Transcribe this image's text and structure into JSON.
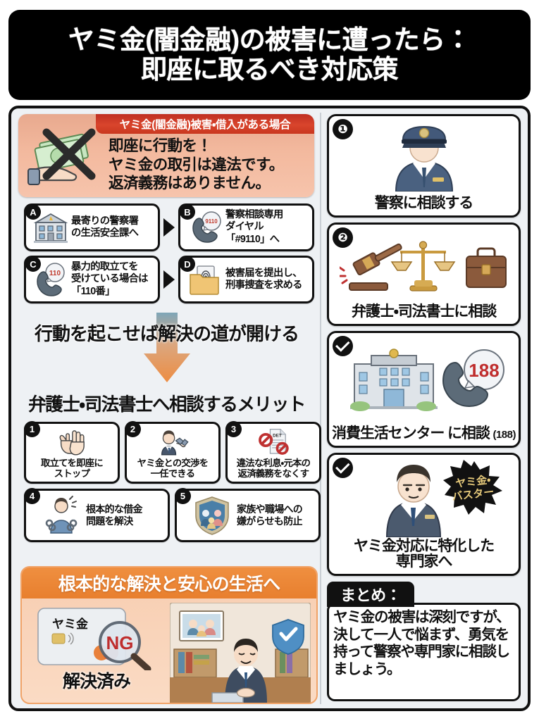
{
  "title": {
    "line1": "ヤミ金(闇金融)の被害に遭ったら：",
    "line2": "即座に取るべき対応策"
  },
  "colors": {
    "alert_header_red": "#c9371f",
    "alert_body_peach": "#f3b99e",
    "bottom_orange": "#e87f2e",
    "frame_black": "#111111",
    "panel_gray": "#eef1f4"
  },
  "left": {
    "alert": {
      "header": "ヤミ金(闇金融)被害・借入がある場合",
      "line1": "即座に行動を！",
      "line2": "ヤミ金の取引は違法です。",
      "line3": "返済義務はありません。",
      "icon": "money-crossed-out-icon"
    },
    "steps": [
      {
        "badge": "A",
        "icon": "police-station-icon",
        "text_line1": "最寄りの警察署",
        "text_line2": "の生活安全課へ"
      },
      {
        "badge": "B",
        "icon": "phone-9110-icon",
        "text_line1": "警察相談専用",
        "text_line2": "ダイヤル",
        "text_line3": "「#9110」へ"
      },
      {
        "badge": "C",
        "icon": "phone-110-icon",
        "text_line1": "暴力的取立てを",
        "text_line2": "受けている場合は",
        "text_line3": "「110番」"
      },
      {
        "badge": "D",
        "icon": "fingerprint-folder-icon",
        "text_line1": "被害届を提出し、",
        "text_line2": "刑事捜査を求める"
      }
    ],
    "transition_text": "行動を起こせば解決の道が開ける",
    "merits_heading": "弁護士・司法書士へ相談するメリット",
    "merits": [
      {
        "badge": "1",
        "icon": "stop-hand-icon",
        "line1": "取立てを即座に",
        "line2": "ストップ"
      },
      {
        "badge": "2",
        "icon": "handshake-negotiation-icon",
        "line1": "ヤミ金との交渉を",
        "line2": "一任できる"
      },
      {
        "badge": "3",
        "icon": "no-interest-document-icon",
        "line1": "違法な利息・元本の",
        "line2": "返済義務をなくす"
      },
      {
        "badge": "4",
        "icon": "broken-chains-icon",
        "line1": "根本的な借金",
        "line2": "問題を解決"
      },
      {
        "badge": "5",
        "icon": "family-shield-icon",
        "line1": "家族や職場への",
        "line2": "嫌がらせも防止"
      }
    ],
    "bottom_panel": {
      "heading": "根本的な解決と安心の生活へ",
      "card_label": "ヤミ金",
      "ng_stamp": "NG",
      "solved_label": "解決済み",
      "photo_icon": "consultant-at-desk-icon",
      "shield_icon": "shield-check-icon"
    }
  },
  "right": {
    "cards": [
      {
        "badge": "❶",
        "badge_type": "number",
        "icon": "police-officer-icon",
        "label": "警察に相談する",
        "sub": ""
      },
      {
        "badge": "❷",
        "badge_type": "number",
        "icon": "gavel-scales-briefcase-icon",
        "label": "弁護士・司法書士に相談",
        "sub": ""
      },
      {
        "badge": "✓",
        "badge_type": "check",
        "icon": "consumer-center-phone-188-icon",
        "label": "消費生活センター に相談",
        "sub": "(188)",
        "phone_bubble": "188"
      },
      {
        "badge": "✓",
        "badge_type": "check",
        "icon": "yamikin-buster-specialist-icon",
        "label": "ヤミ金対応に特化した",
        "label2": "専門家へ",
        "starburst_line1": "ヤミ金・",
        "starburst_line2": "バスター"
      }
    ],
    "summary": {
      "tab_label": "まとめ：",
      "text": "ヤミ金の被害は深刻ですが、決して一人で悩まず、勇気を持って警察や専門家に相談しましょう。"
    }
  }
}
